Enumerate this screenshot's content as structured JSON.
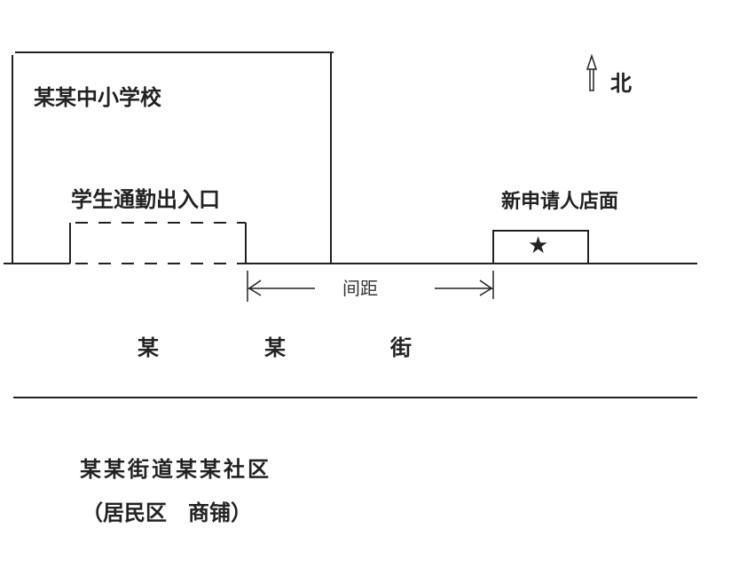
{
  "school": {
    "name": "某某中小学校",
    "entrance": "学生通勤出入口"
  },
  "north": {
    "label": "北"
  },
  "store": {
    "label": "新申请人店面",
    "marker": "★"
  },
  "distance": {
    "label": "间距"
  },
  "street": {
    "chars": [
      "某",
      "某",
      "街"
    ]
  },
  "community": {
    "name": "某某街道某某社区",
    "note": "（居民区　商铺）"
  },
  "colors": {
    "line": "#222222",
    "background": "#ffffff"
  }
}
